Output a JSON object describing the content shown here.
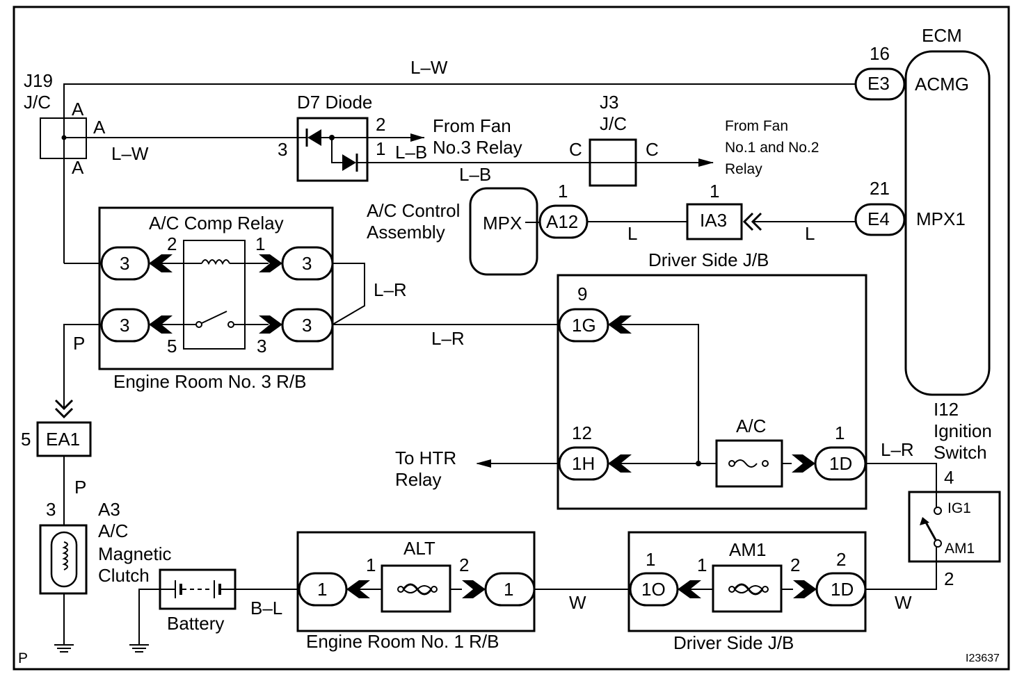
{
  "labels": {
    "ecm": "ECM",
    "ecm_e3_num": "16",
    "ecm_e3": "E3",
    "acmg": "ACMG",
    "ecm_e4_num": "21",
    "ecm_e4": "E4",
    "mpx1": "MPX1",
    "j19_1": "J19",
    "j19_2": "J/C",
    "j19_a_top": "A",
    "j19_a_right": "A",
    "j19_a_bottom": "A",
    "lw_top": "L–W",
    "lw_j19": "L–W",
    "d7": "D7 Diode",
    "d7_pin3": "3",
    "d7_pin2": "2",
    "d7_pin1": "1",
    "lb_1": "L–B",
    "lb_2": "L–B",
    "from_fan3_1": "From Fan",
    "from_fan3_2": "No.3 Relay",
    "j3_1": "J3",
    "j3_2": "J/C",
    "j3_c_left": "C",
    "j3_c_right": "C",
    "from_fan12_1": "From Fan",
    "from_fan12_2": "No.1 and No.2",
    "from_fan12_3": "Relay",
    "ac_ctrl_1": "A/C Control",
    "ac_ctrl_2": "Assembly",
    "mpx": "MPX",
    "a12_num": "1",
    "a12": "A12",
    "l_1": "L",
    "ia3_num": "1",
    "ia3": "IA3",
    "l_2": "L",
    "driver_jb_top": "Driver Side J/B",
    "ac_comp_relay": "A/C Comp Relay",
    "relay_pin2": "2",
    "relay_pin1": "1",
    "relay_pin5": "5",
    "relay_pin3": "3",
    "rb3_c1": "3",
    "rb3_c2": "3",
    "rb3_c3": "3",
    "rb3_c4": "3",
    "lr_1": "L–R",
    "lr_2": "L–R",
    "lr_3": "L–R",
    "p_1": "P",
    "p_2": "P",
    "engine_rb3": "Engine Room No. 3 R/B",
    "jb_9": "9",
    "jb_1g": "1G",
    "jb_12": "12",
    "jb_1h": "1H",
    "ac_fuse": "A/C",
    "jb_1_num": "1",
    "jb_1d": "1D",
    "to_htr_1": "To HTR",
    "to_htr_2": "Relay",
    "i12_1": "I12",
    "i12_2": "Ignition",
    "i12_3": "Switch",
    "ig_pin4": "4",
    "ig1": "IG1",
    "am1_sw": "AM1",
    "ig_pin2": "2",
    "ea1_num": "5",
    "ea1": "EA1",
    "a3_num": "3",
    "a3_1": "A3",
    "a3_2": "A/C",
    "a3_3": "Magnetic",
    "a3_4": "Clutch",
    "battery": "Battery",
    "bl": "B–L",
    "alt": "ALT",
    "alt_pin1": "1",
    "alt_pin2": "2",
    "rb1_c1": "1",
    "rb1_c2": "1",
    "engine_rb1": "Engine Room No. 1 R/B",
    "w_1": "W",
    "w_2": "W",
    "am1": "AM1",
    "am1_pin1": "1",
    "am1_pin2": "2",
    "jb_o_num": "1",
    "jb_1o": "1O",
    "jb_d_num": "2",
    "jb_1d_b": "1D",
    "driver_jb_bottom": "Driver Side J/B",
    "corner_p": "P",
    "fig_id": "I23637"
  }
}
